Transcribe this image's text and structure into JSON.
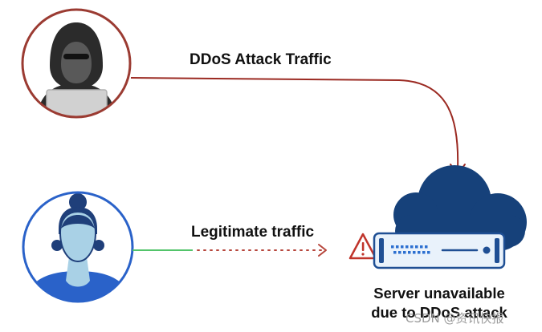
{
  "labels": {
    "attack": "DDoS Attack Traffic",
    "legitimate": "Legitimate traffic",
    "server_line1": "Server unavailable",
    "server_line2": "due to DDoS attack"
  },
  "watermark": "CSDN @资讯快报",
  "icons": {
    "attacker": "hooded-hacker-with-laptop-icon",
    "user": "user-avatar-icon",
    "cloud": "cloud-icon",
    "server": "server-rack-icon",
    "warning": "warning-triangle-icon"
  },
  "colors": {
    "attack_path": "#9b2a22",
    "attacker_ring": "#9b3b32",
    "user_ring": "#2a62c9",
    "legit_path": "#52c46a",
    "blocked_path": "#b6453b",
    "warning": "#c0342b",
    "cloud": "#16417a",
    "server_fill": "#e9f2fb",
    "server_stroke": "#1f4f94"
  }
}
